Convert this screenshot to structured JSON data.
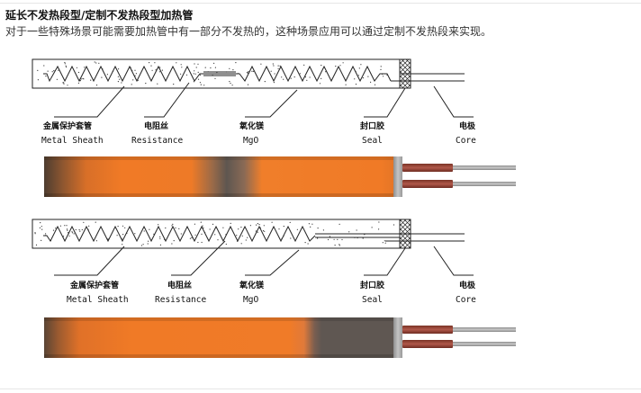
{
  "article": {
    "title": "延长不发热段型/定制不发热段型加热管",
    "description": "对于一些特殊场景可能需要加热管中有一部分不发热的，这种场景应用可以通过定制不发热段来实现。"
  },
  "diagrams": [
    {
      "labels": [
        {
          "cn": "金属保护套管",
          "en": "Metal Sheath"
        },
        {
          "cn": "电阻丝",
          "en": "Resistance"
        },
        {
          "cn": "氧化镁",
          "en": "MgO"
        },
        {
          "cn": "封口胶",
          "en": "Seal"
        },
        {
          "cn": "电极",
          "en": "Core"
        }
      ]
    },
    {
      "labels": [
        {
          "cn": "金属保护套管",
          "en": "Metal Sheath"
        },
        {
          "cn": "电阻丝",
          "en": "Resistance"
        },
        {
          "cn": "氧化镁",
          "en": "MgO"
        },
        {
          "cn": "封口胶",
          "en": "Seal"
        },
        {
          "cn": "电极",
          "en": "Core"
        }
      ]
    }
  ],
  "colors": {
    "heated_orange": "#f07a26",
    "unheated_gray": "#5f5752",
    "lead_wire": "#9c4a3a",
    "seal_gray": "#a9a9a9"
  }
}
